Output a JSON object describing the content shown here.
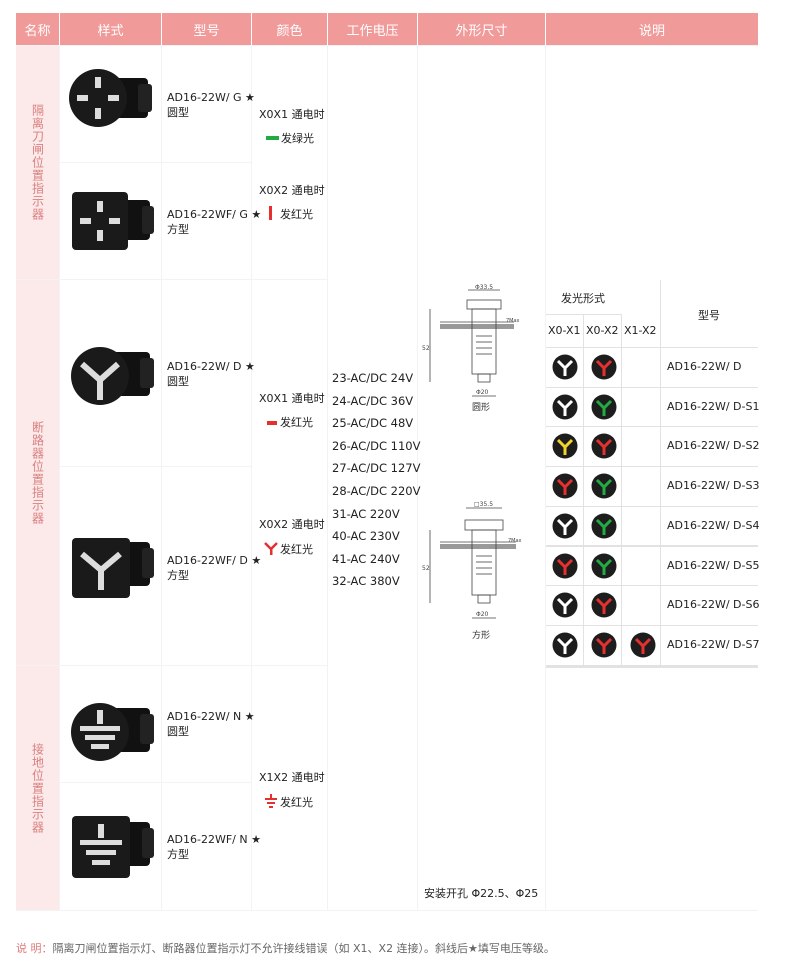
{
  "headers": [
    "名称",
    "样式",
    "型号",
    "颜色",
    "工作电压",
    "外形尺寸",
    "说明"
  ],
  "categories": [
    "隔离刀闸位置指示器",
    "断路器位置指示器",
    "接地位置指示器"
  ],
  "models": [
    {
      "line1": "AD16-22W/ G ★",
      "line2": "圆型"
    },
    {
      "line1": "AD16-22WF/ G ★",
      "line2": "方型"
    },
    {
      "line1": "AD16-22W/ D ★",
      "line2": "圆型"
    },
    {
      "line1": "AD16-22WF/ D ★",
      "line2": "方型"
    },
    {
      "line1": "AD16-22W/ N ★",
      "line2": "圆型"
    },
    {
      "line1": "AD16-22WF/ N ★",
      "line2": "方型"
    }
  ],
  "colors": {
    "g1_line1": "X0X1 通电时",
    "g1_line2": "发绿光",
    "g2_line1": "X0X2 通电时",
    "g2_line2": "发红光",
    "d1_line1": "X0X1 通电时",
    "d1_line2": "发红光",
    "d2_line1": "X0X2 通电时",
    "d2_line2": "发红光",
    "n_line1": "X1X2 通电时",
    "n_line2": "发红光"
  },
  "voltages": [
    "23-AC/DC 24V",
    "24-AC/DC 36V",
    "25-AC/DC 48V",
    "26-AC/DC 110V",
    "27-AC/DC 127V",
    "28-AC/DC 220V",
    "31-AC 220V",
    "40-AC 230V",
    "41-AC 240V",
    "32-AC 380V"
  ],
  "dims": {
    "round_top": "Φ33.5",
    "round_label": "圆形",
    "round_bottom": "Φ20",
    "square_top": "□35.5",
    "square_label": "方形",
    "square_bottom": "Φ20",
    "height": "52",
    "max": "7Max",
    "hole": "安装开孔 Φ22.5、Φ25"
  },
  "desc": {
    "mode_header": "发光形式",
    "model_header": "型号",
    "cols": [
      "X0-X1",
      "X0-X2",
      "X1-X2"
    ],
    "rows": [
      {
        "model": "AD16-22W/ D",
        "c": [
          "#ffffff",
          "#e63030",
          null
        ]
      },
      {
        "model": "AD16-22W/ D-S1",
        "c": [
          "#ffffff",
          "#22aa44",
          null
        ]
      },
      {
        "model": "AD16-22W/ D-S2",
        "c": [
          "#f2d42a",
          "#e63030",
          null
        ]
      },
      {
        "model": "AD16-22W/ D-S3",
        "c": [
          "#e63030",
          "#22aa44",
          null
        ]
      },
      {
        "model": "AD16-22W/ D-S4",
        "c": [
          "#ffffff",
          "#22aa44",
          null
        ]
      },
      {
        "model": "AD16-22W/ D-S5",
        "c": [
          "#e63030",
          "#22aa44",
          null
        ]
      },
      {
        "model": "AD16-22W/ D-S6",
        "c": [
          "#ffffff",
          "#e63030",
          null
        ]
      },
      {
        "model": "AD16-22W/ D-S7",
        "c": [
          "#ffffff",
          "#e63030",
          "#e63030"
        ]
      }
    ]
  },
  "note_label": "说 明：",
  "note_text": "隔离刀闸位置指示灯、断路器位置指示灯不允许接线错误（如 X1、X2 连接）。斜线后★填写电压等级。",
  "theme": {
    "header": "#f19a9a",
    "cat_bg": "#fce9e9",
    "cat_text": "#d98080",
    "green": "#22aa44",
    "red": "#e63030"
  }
}
